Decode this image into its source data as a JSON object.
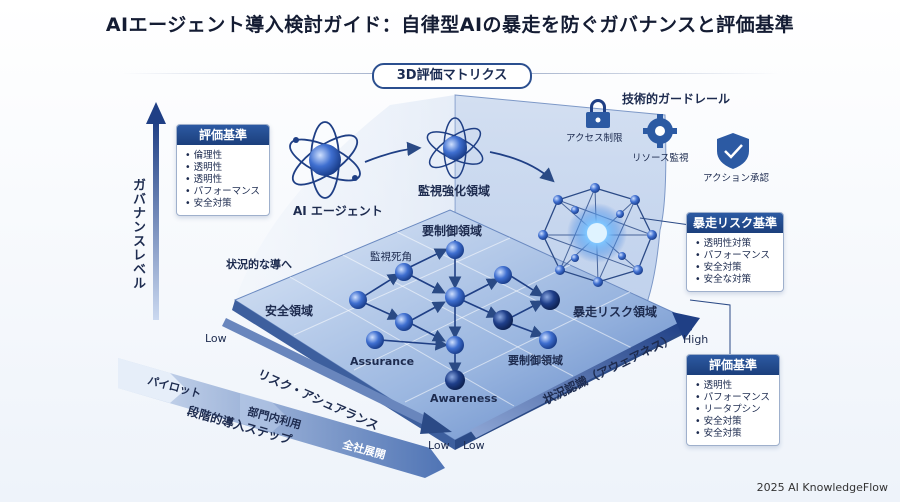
{
  "title": "AIエージェント導入検討ガイド：自律型AIの暴走を防ぐガバナンスと評価基準",
  "matrix_label": "3D評価マトリクス",
  "axes": {
    "governance": "ガバナンスレベル",
    "risk": "リスク・アシュアランス",
    "awareness": "状況認識（アウェアネス）",
    "steps": "段階的導入ステップ",
    "risk_low": "Low",
    "risk_low_end": "Low",
    "aw_low": "Low",
    "aw_high": "High"
  },
  "steps": [
    "パイロット",
    "部門内利用",
    "全社展開"
  ],
  "agent_label": "AI エージェント",
  "regions": {
    "monitor_enhanced": "監視強化領域",
    "control_top": "要制御領域",
    "monitor_small": "監視死角",
    "situational": "状況的な導へ",
    "safe": "安全領域",
    "runaway": "暴走リスク領域",
    "control_bottom": "要制御領域",
    "assurance": "Assurance",
    "awareness": "Awareness"
  },
  "guardrails": {
    "title": "技術的ガードレール",
    "items": [
      {
        "label": "アクセス制限",
        "icon": "lock-icon"
      },
      {
        "label": "リソース監視",
        "icon": "gear-icon"
      },
      {
        "label": "アクション承認",
        "icon": "shield-check-icon"
      }
    ]
  },
  "card_left": {
    "title": "評価基準",
    "items": [
      "倫理性",
      "透明性",
      "透明性",
      "パフォーマンス",
      "安全対策"
    ]
  },
  "card_right_top": {
    "title": "暴走リスク基準",
    "items": [
      "透明性対策",
      "パフォーマンス",
      "安全対策",
      "安全な対策"
    ]
  },
  "card_right_bottom": {
    "title": "評価基準",
    "items": [
      "透明性",
      "パフォーマンス",
      "リータプシン",
      "安全対策",
      "安全対策"
    ]
  },
  "footer": "2025 AI KnowledgeFlow",
  "colors": {
    "primary": "#1c3f7c",
    "accent": "#2c5aa3",
    "node": "#2f5cb8"
  }
}
